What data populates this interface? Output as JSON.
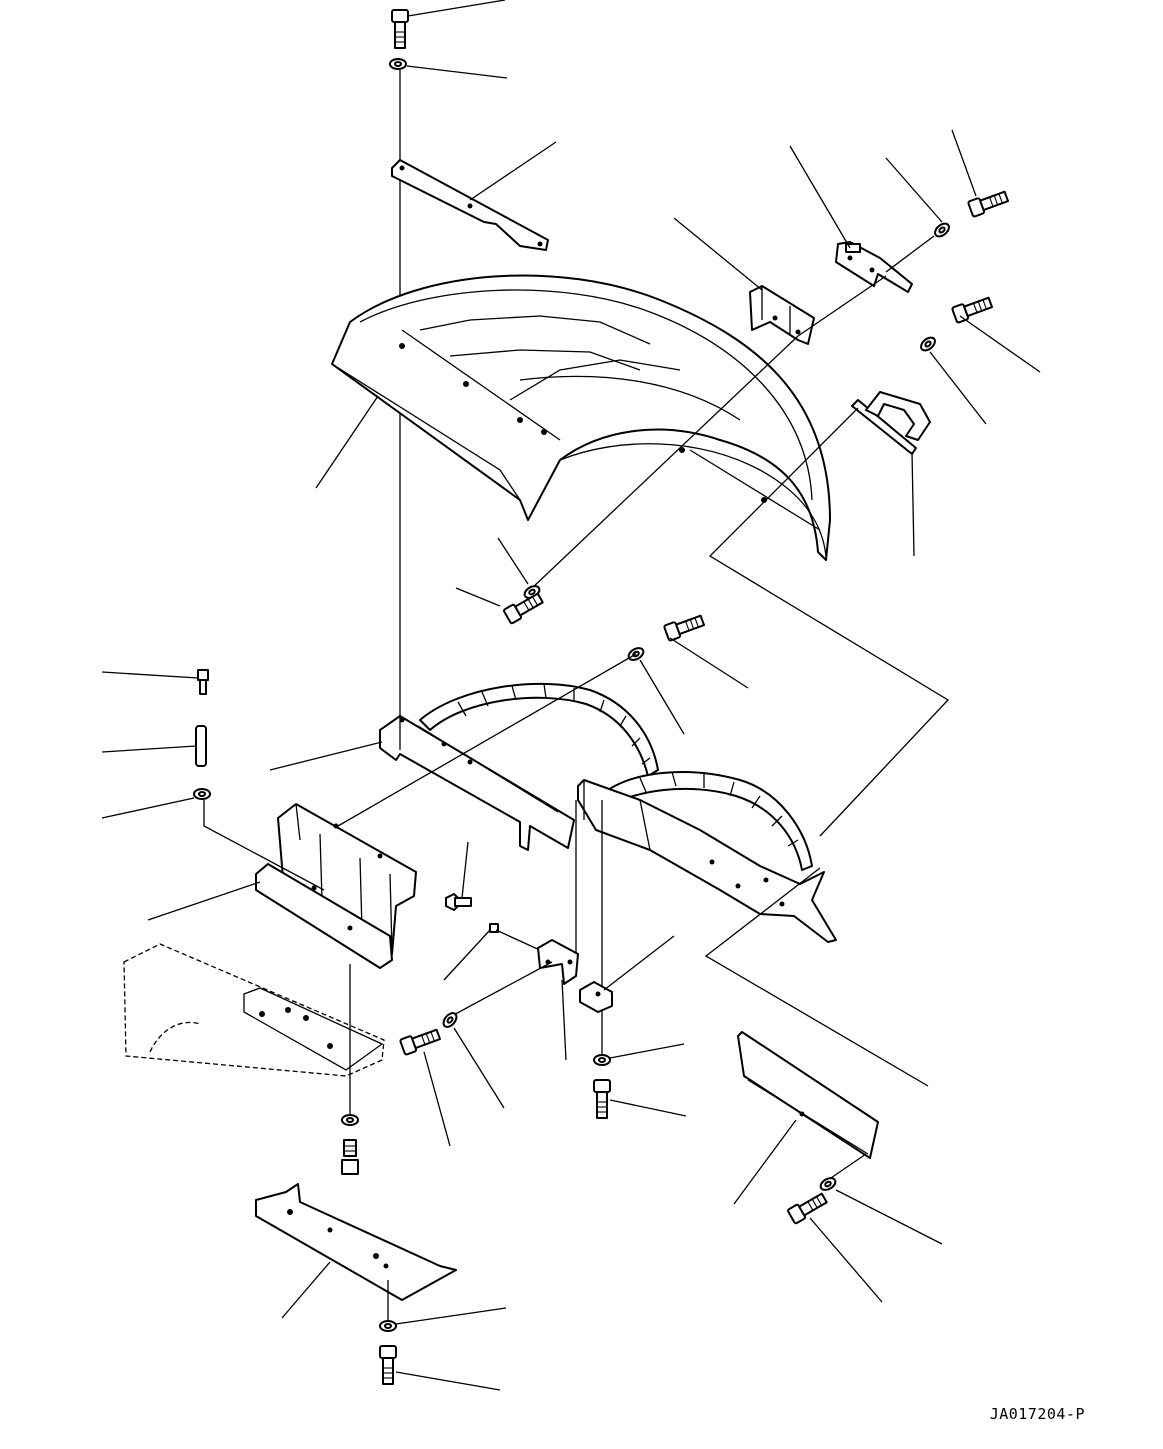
{
  "drawing": {
    "reference_code": "JA017204-P",
    "style": "exploded parts diagram, black line art on white",
    "parts": [
      "bolt-top",
      "washer-top",
      "mounting-plate-top",
      "fender-cover",
      "bracket-upper-right",
      "latch-plate",
      "washer-upper-right",
      "bolt-upper-right",
      "handle-grip",
      "fender-tube-frame",
      "fender-panel-side",
      "bracket-frame-left",
      "hinge-clip",
      "washer-lower",
      "skid-plate-bottom",
      "mud-flap",
      "frame-stub"
    ]
  }
}
